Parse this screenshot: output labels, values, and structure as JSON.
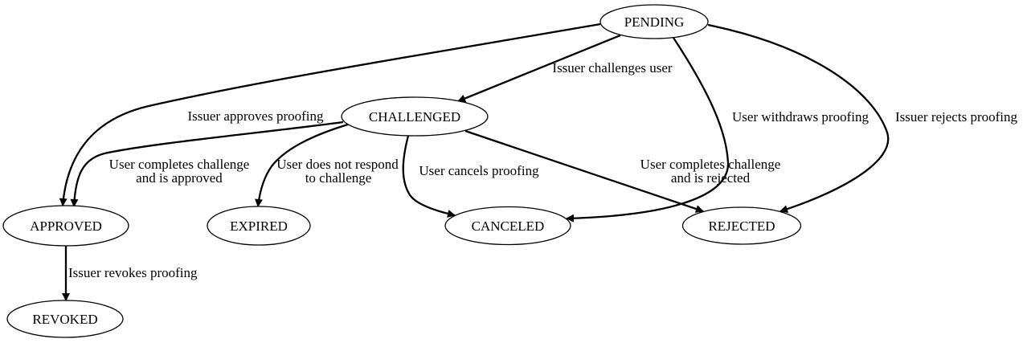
{
  "diagram": {
    "kind": "state-transition-graph",
    "colors": {
      "background": "#ffffff",
      "stroke": "#000000",
      "node_fill": "#ffffff",
      "text": "#000000"
    },
    "nodes": {
      "pending": {
        "label": "PENDING"
      },
      "challenged": {
        "label": "CHALLENGED"
      },
      "approved": {
        "label": "APPROVED"
      },
      "expired": {
        "label": "EXPIRED"
      },
      "canceled": {
        "label": "CANCELED"
      },
      "rejected": {
        "label": "REJECTED"
      },
      "revoked": {
        "label": "REVOKED"
      }
    },
    "edges": {
      "pending_challenged": {
        "from": "PENDING",
        "to": "CHALLENGED",
        "label_lines": [
          "Issuer challenges user"
        ]
      },
      "pending_approved": {
        "from": "PENDING",
        "to": "APPROVED",
        "label_lines": [
          "Issuer approves proofing"
        ]
      },
      "pending_canceled": {
        "from": "PENDING",
        "to": "CANCELED",
        "label_lines": [
          "User withdraws proofing"
        ]
      },
      "pending_rejected": {
        "from": "PENDING",
        "to": "REJECTED",
        "label_lines": [
          "Issuer rejects proofing"
        ]
      },
      "challenged_approved": {
        "from": "CHALLENGED",
        "to": "APPROVED",
        "label_lines": [
          "User completes challenge",
          "and is approved"
        ]
      },
      "challenged_expired": {
        "from": "CHALLENGED",
        "to": "EXPIRED",
        "label_lines": [
          "User does not respond",
          "to challenge"
        ]
      },
      "challenged_canceled": {
        "from": "CHALLENGED",
        "to": "CANCELED",
        "label_lines": [
          "User cancels proofing"
        ]
      },
      "challenged_rejected": {
        "from": "CHALLENGED",
        "to": "REJECTED",
        "label_lines": [
          "User completes challenge",
          "and is rejected"
        ]
      },
      "approved_revoked": {
        "from": "APPROVED",
        "to": "REVOKED",
        "label_lines": [
          "Issuer revokes proofing"
        ]
      }
    }
  }
}
